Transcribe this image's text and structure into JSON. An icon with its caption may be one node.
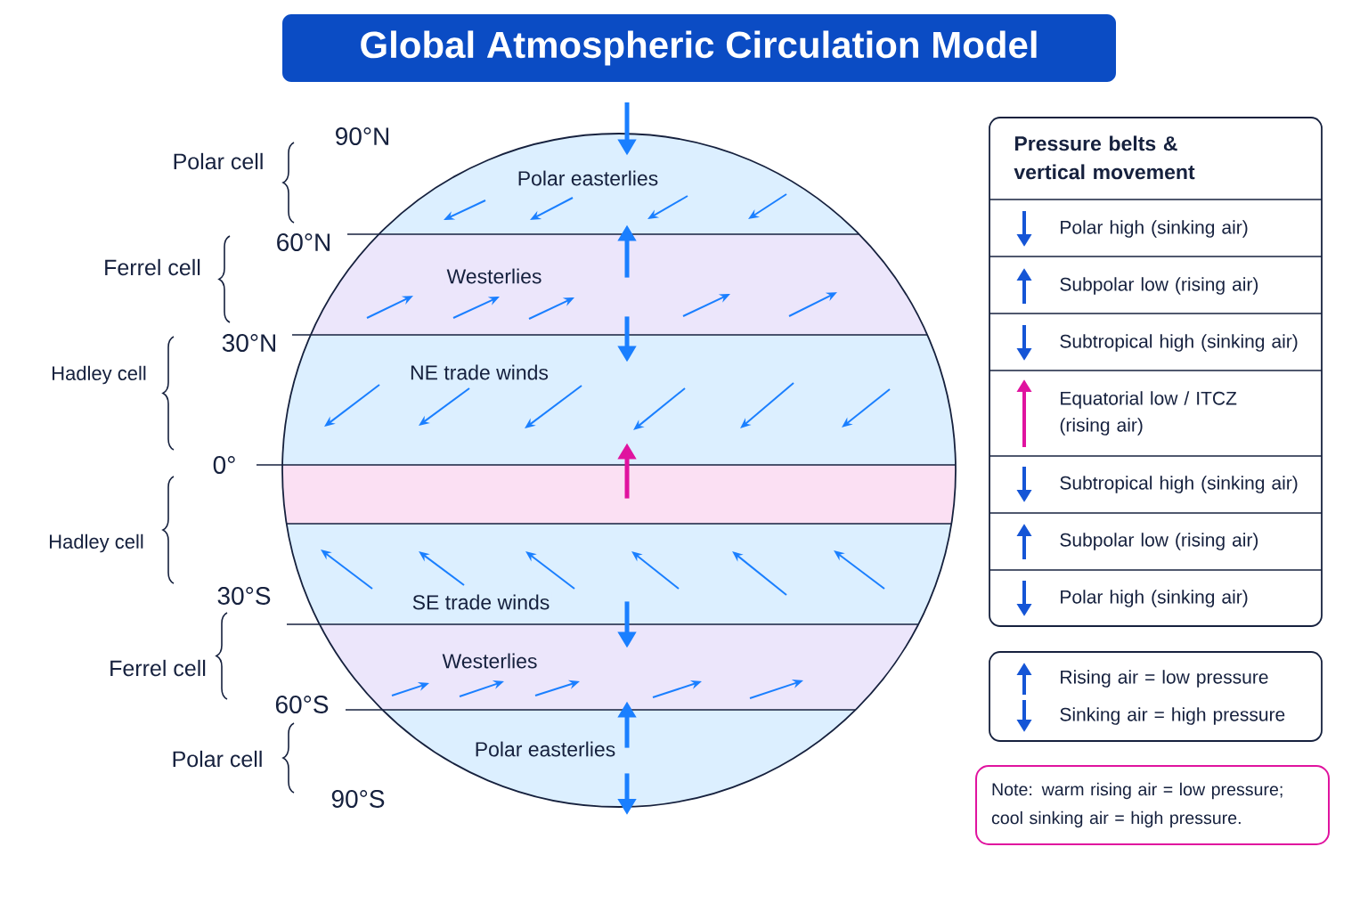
{
  "diagram": {
    "title": "Global Atmospheric Circulation Model",
    "nodes": [
      {
        "text": [
          "Polar easterlies"
        ],
        "beside": [
          "90°N"
        ]
      },
      {
        "text": [
          "Westerlies"
        ],
        "beside": [
          "60°N"
        ]
      },
      {
        "text": [
          "NE trade winds"
        ],
        "beside": [
          "30°N"
        ]
      },
      {
        "text": [],
        "shape": "bar",
        "beside": [
          "0°"
        ]
      },
      {
        "text": [
          "SE trade winds"
        ],
        "beside": [
          "30°S"
        ]
      },
      {
        "text": [
          "Westerlies"
        ],
        "beside": [
          "60°S"
        ]
      },
      {
        "text": [
          "Polar easterlies"
        ],
        "beside": [
          "90°S"
        ]
      },
      {
        "text": [
          "Pressure belts & vertical movement"
        ]
      },
      {
        "text": [
          "Note: warm rising air = low pressure; cool sinking air = high pressure."
        ]
      }
    ],
    "edges": [
      {
        "from": null,
        "to": 0,
        "arrow": "to"
      },
      {
        "from": 1,
        "to": 0,
        "arrow": "to"
      },
      {
        "from": 1,
        "to": 2,
        "arrow": "to"
      },
      {
        "from": 3,
        "to": 2,
        "arrow": "to",
        "color": "#e0139f"
      },
      {
        "from": 4,
        "to": 5,
        "arrow": "to"
      },
      {
        "from": 6,
        "to": 5,
        "arrow": "to"
      },
      {
        "from": 6,
        "to": null,
        "arrow": "to"
      }
    ],
    "labels": [
      "Polar cell",
      "Ferrel cell",
      "Hadley cell",
      "Hadley cell",
      "Ferrel cell",
      "Polar cell"
    ],
    "legend": [
      {
        "text": "Polar high (sinking air)"
      },
      {
        "text": "Subpolar low (rising air)"
      },
      {
        "text": "Subtropical high (sinking air)"
      },
      {
        "text": "Equatorial low / ITCZ (rising air)"
      },
      {
        "text": "Subtropical high (sinking air)"
      },
      {
        "text": "Subpolar low (rising air)"
      },
      {
        "text": "Polar high (sinking air)"
      },
      {
        "text": "Rising air = low pressure"
      },
      {
        "text": "Sinking air = high pressure"
      }
    ]
  }
}
